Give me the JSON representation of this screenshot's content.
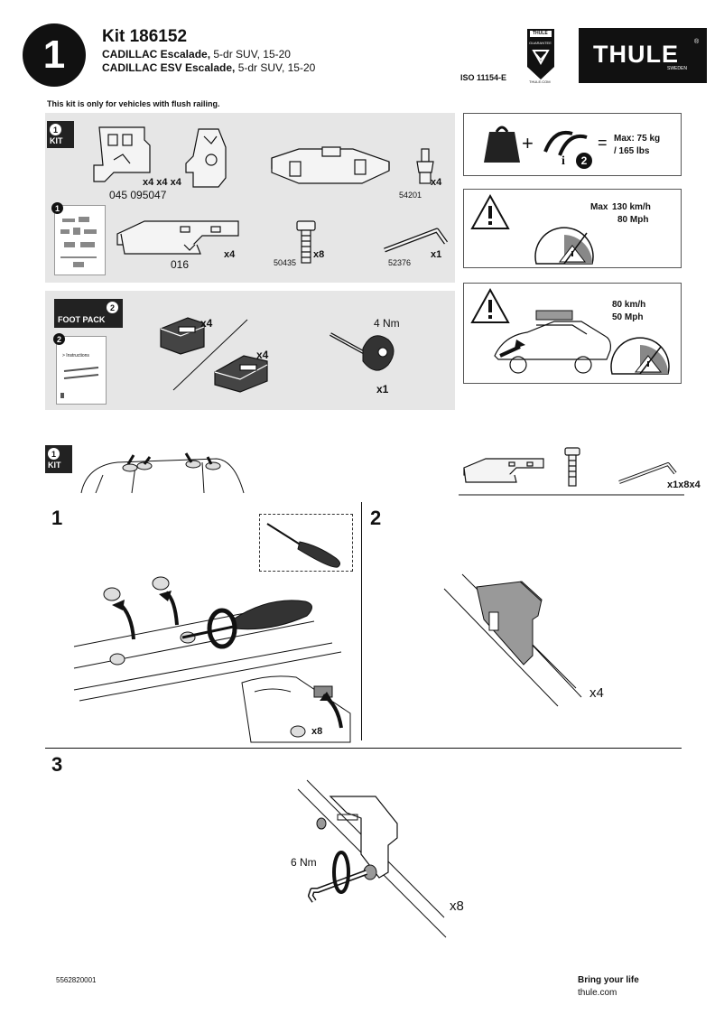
{
  "header": {
    "step_number": "1",
    "kit_title": "Kit 186152",
    "vehicles": [
      {
        "model": "CADILLAC Escalade,",
        "detail": " 5-dr SUV, 15-20"
      },
      {
        "model": "CADILLAC ESV Escalade,",
        "detail": " 5-dr SUV, 15-20"
      }
    ],
    "iso": "ISO 11154-E",
    "seal_top": "THULE",
    "seal_mid": "GUARANTEE",
    "seal_bottom": "THULE.COM",
    "logo_text": "THULE",
    "logo_sub": "SWEDEN"
  },
  "notice": "This kit is only for vehicles with flush railing.",
  "kit_panel": {
    "badge_num": "1",
    "badge_label": "KIT",
    "qty_clamps": "x4 x4 x4",
    "part_nums_clamps": "045 095047",
    "part_54201": "54201",
    "qty_54201": "x4",
    "part_016": "016",
    "qty_016": "x4",
    "part_50435": "50435",
    "qty_50435": "x8",
    "part_52376": "52376",
    "qty_52376": "x1",
    "mini_num": "1"
  },
  "foot_panel": {
    "badge_num": "2",
    "badge_label": "FOOT PACK",
    "qty_foot_a": "x4",
    "qty_foot_b": "x4",
    "torque": "4 Nm",
    "qty_tool": "x1",
    "mini_num": "2",
    "mini_instr": "> Instructions"
  },
  "spec_boxes": {
    "load_max": "Max: 75 kg",
    "load_lbs": "/ 165 lbs",
    "load_num": "2",
    "speed_max_label": "Max",
    "speed_kmh": "130 km/h",
    "speed_mph": "80 Mph",
    "speed2_kmh": "80 km/h",
    "speed2_mph": "50 Mph"
  },
  "kit_strip": {
    "badge_num": "1",
    "badge_label": "KIT",
    "qty_row": "x1x8x4"
  },
  "steps": {
    "s1": {
      "num": "1",
      "qty": "x8"
    },
    "s2": {
      "num": "2",
      "qty": "x4"
    },
    "s3": {
      "num": "3",
      "torque": "6 Nm",
      "qty": "x8"
    }
  },
  "footer": {
    "doc_number": "5562820001",
    "slogan": "Bring your life",
    "url": "thule.com"
  }
}
